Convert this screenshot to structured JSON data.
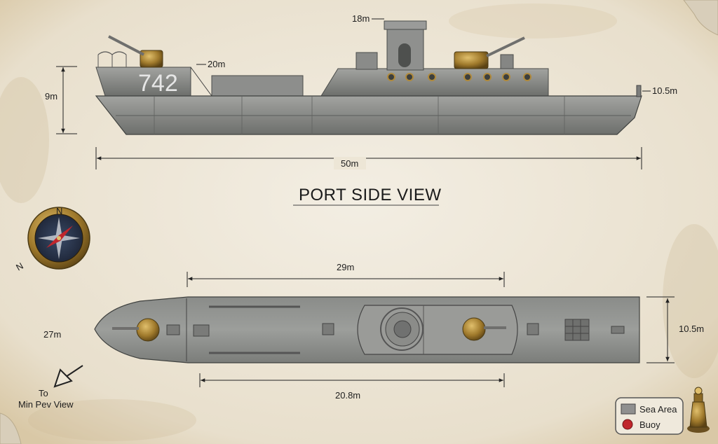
{
  "title": "PORT SIDE VIEW",
  "hull_number": "742",
  "side_dimensions": {
    "mast_height": "18m",
    "deck_height": "20m",
    "hull_height": "9m",
    "stern_height": "10.5m",
    "length": "50m"
  },
  "top_dimensions": {
    "superstructure_length": "29m",
    "deck_length": "20.8m",
    "beam": "10.5m",
    "bow_width": "27m"
  },
  "navigation": {
    "compass_north": "N",
    "compass_label": "N",
    "arrow_label_line1": "To",
    "arrow_label_line2": "Min Pev View"
  },
  "legend": {
    "items": [
      {
        "label": "Sea Area",
        "color": "#8f8f8f"
      },
      {
        "label": "Buoy",
        "color": "#c0262c"
      }
    ]
  },
  "colors": {
    "paper": "#ede6d6",
    "hull": "#8e8f8d",
    "hull_dark": "#5e605e",
    "deck": "#7a7c79",
    "brass": "#a8822f",
    "ink": "#1e1e1e"
  }
}
